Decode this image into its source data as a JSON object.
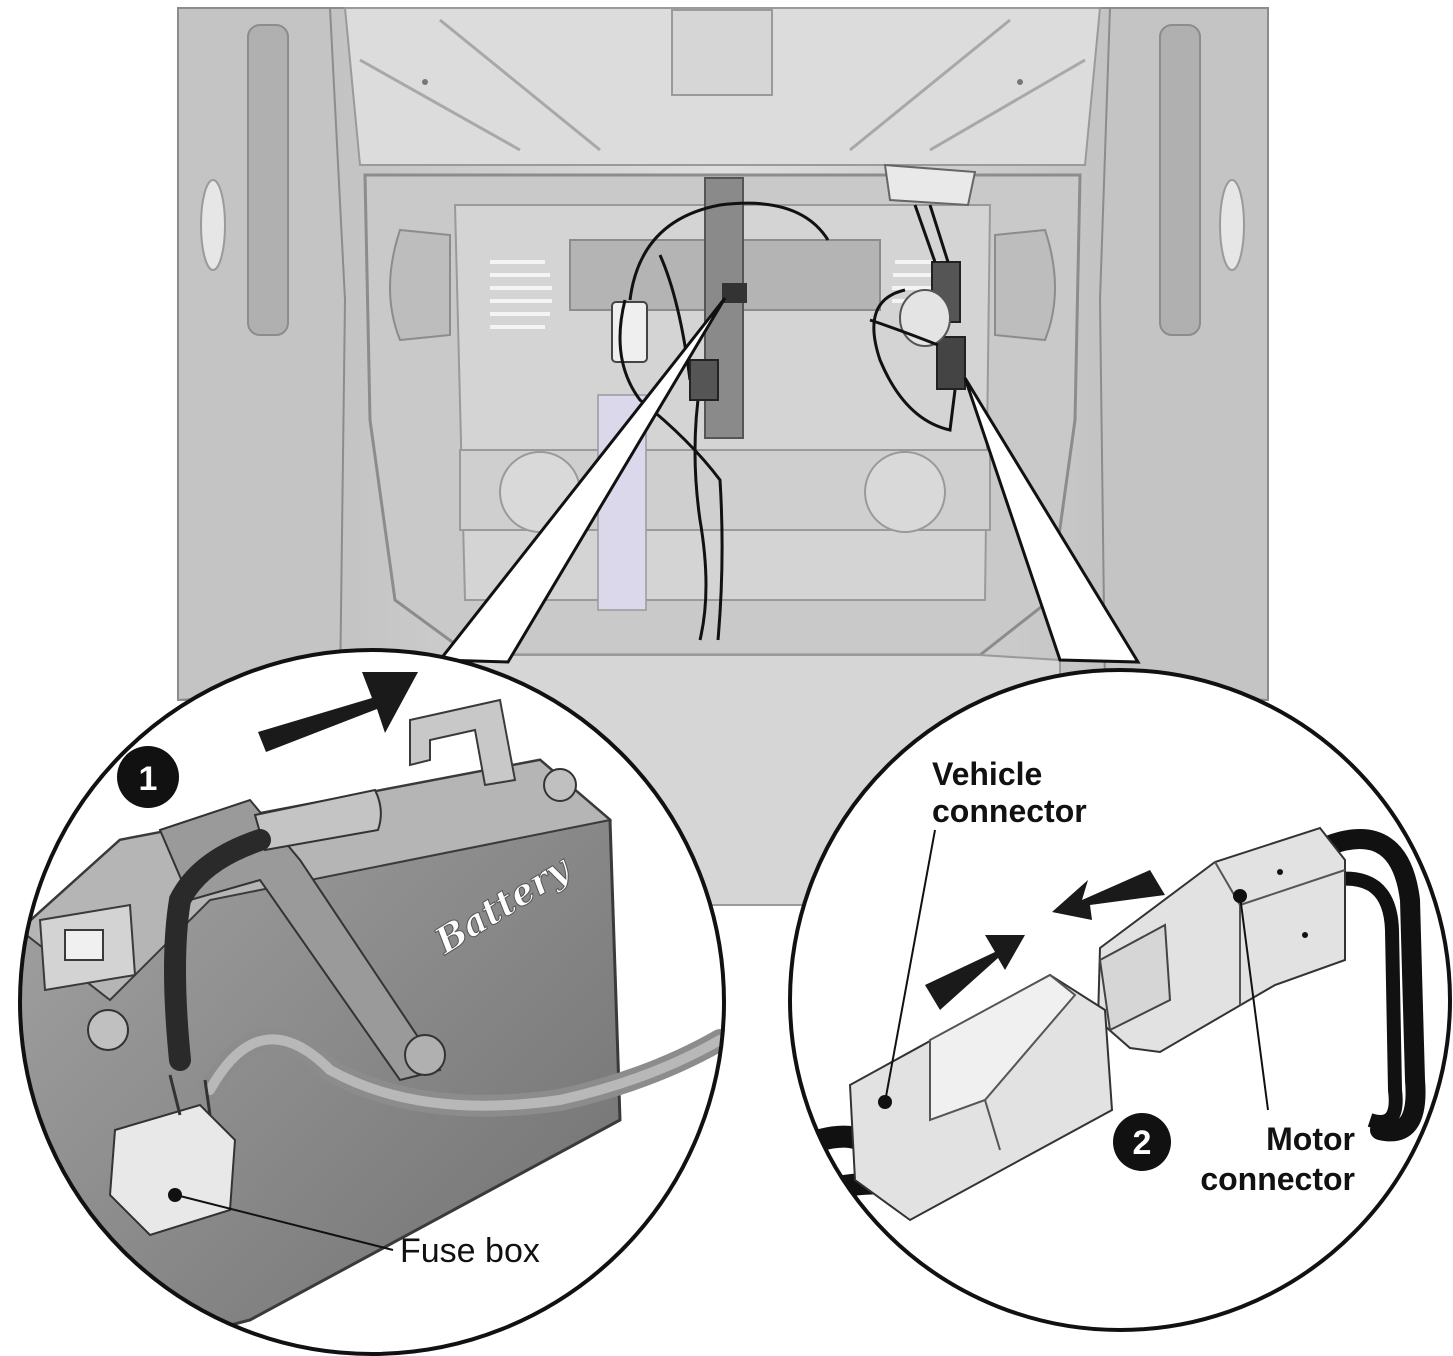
{
  "labels": {
    "battery": "Battery",
    "fuse_box": "Fuse box",
    "vehicle_connector_line1": "Vehicle",
    "vehicle_connector_line2": "connector",
    "motor_connector_line1": "Motor",
    "motor_connector_line2": "connector"
  },
  "steps": {
    "step1": "1",
    "step2": "2"
  },
  "colors": {
    "vehicle_body": "#d2d2d2",
    "vehicle_shadow": "#a9a9a9",
    "battery_body": "#8e8e8e",
    "connector": "#e2e2e2",
    "wire": "#111111",
    "arrow": "#1a1a1a"
  }
}
